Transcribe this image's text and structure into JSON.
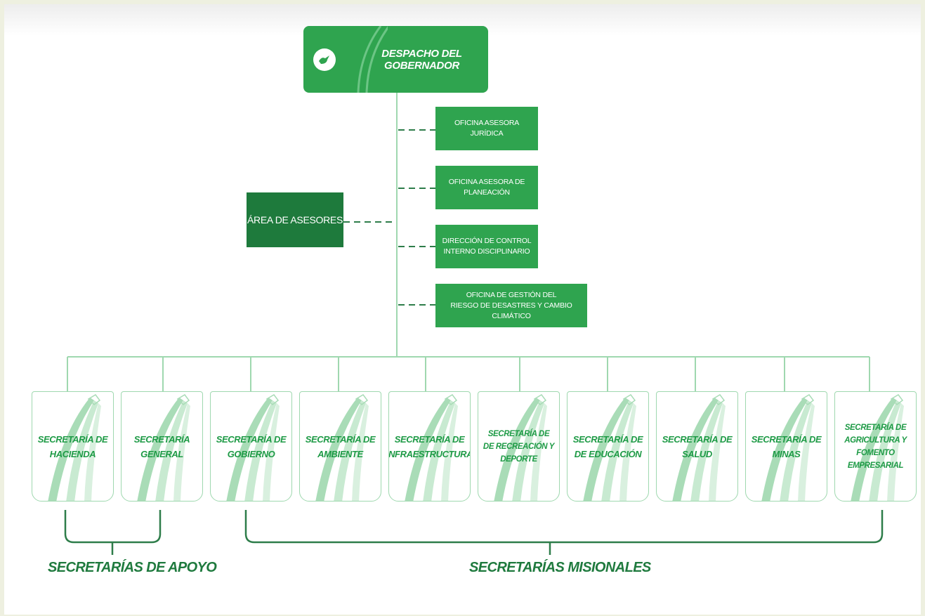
{
  "governor_office": {
    "label": "DESPACHO DEL GOBERNADOR",
    "logo_icon": "dove-icon"
  },
  "advisors_area": {
    "label": "ÁREA DE ASESORES"
  },
  "advisory_offices": [
    {
      "lines": [
        "OFICINA ASESORA JURÍDICA"
      ]
    },
    {
      "lines": [
        "OFICINA ASESORA DE",
        "PLANEACIÓN"
      ]
    },
    {
      "lines": [
        "DIRECCIÓN DE CONTROL",
        "INTERNO DISCIPLINARIO"
      ]
    },
    {
      "lines": [
        "OFICINA DE GESTIÓN DEL",
        "RIESGO DE DESASTRES Y CAMBIO CLIMÁTICO"
      ]
    }
  ],
  "secretariats": [
    {
      "lines": [
        "SECRETARÍA DE",
        "HACIENDA"
      ]
    },
    {
      "lines": [
        "SECRETARÍA",
        "GENERAL"
      ]
    },
    {
      "lines": [
        "SECRETARÍA DE",
        "GOBIERNO"
      ]
    },
    {
      "lines": [
        "SECRETARÍA DE",
        "AMBIENTE"
      ]
    },
    {
      "lines": [
        "SECRETARÍA DE",
        "INFRAESTRUCTURA"
      ]
    },
    {
      "lines": [
        "SECRETARÍA DE",
        "DE RECREACIÓN Y",
        "DEPORTE"
      ]
    },
    {
      "lines": [
        "SECRETARÍA DE",
        "DE EDUCACIÓN"
      ]
    },
    {
      "lines": [
        "SECRETARÍA DE",
        "SALUD"
      ]
    },
    {
      "lines": [
        "SECRETARÍA DE",
        "MINAS"
      ]
    },
    {
      "lines": [
        "SECRETARÍA DE",
        "AGRICULTURA Y",
        "FOMENTO",
        "EMPRESARIAL"
      ]
    }
  ],
  "groups": {
    "support": "SECRETARÍAS DE APOYO",
    "missional": "SECRETARÍAS MISIONALES"
  },
  "colors": {
    "primary_green": "#2fa44f",
    "dark_green": "#1e7a3c",
    "line_green": "#9fd8af",
    "text_green": "#1d9a45",
    "bracket_green": "#2e7d4a"
  }
}
